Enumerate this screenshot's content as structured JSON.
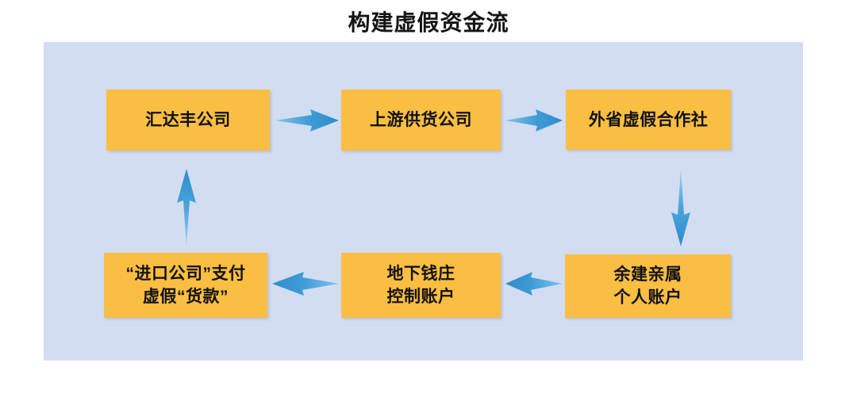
{
  "title": "构建虚假资金流",
  "colors": {
    "panel_background": "#d3ddf2",
    "node_fill": "#fabe42",
    "node_text": "#111111",
    "arrow": "#3e9bd6",
    "page_background": "#ffffff",
    "title_text": "#141414"
  },
  "chart_data": {
    "type": "diagram",
    "title": "构建虚假资金流",
    "layout": "cycle-flow",
    "nodes": [
      {
        "id": "huidafeng",
        "lines": [
          "汇达丰公司"
        ],
        "row": "top",
        "col": 1
      },
      {
        "id": "upstream",
        "lines": [
          "上游供货公司"
        ],
        "row": "top",
        "col": 2
      },
      {
        "id": "coop",
        "lines": [
          "外省虚假合作社"
        ],
        "row": "top",
        "col": 3
      },
      {
        "id": "relative",
        "lines": [
          "余建亲属",
          "个人账户"
        ],
        "row": "bottom",
        "col": 3
      },
      {
        "id": "underground",
        "lines": [
          "地下钱庄",
          "控制账户"
        ],
        "row": "bottom",
        "col": 2
      },
      {
        "id": "import-company",
        "lines": [
          "“进口公司”支付",
          "虚假“货款”"
        ],
        "row": "bottom",
        "col": 1
      }
    ],
    "edges": [
      {
        "from": "huidafeng",
        "to": "upstream",
        "direction": "right"
      },
      {
        "from": "upstream",
        "to": "coop",
        "direction": "right"
      },
      {
        "from": "coop",
        "to": "relative",
        "direction": "down"
      },
      {
        "from": "relative",
        "to": "underground",
        "direction": "left"
      },
      {
        "from": "underground",
        "to": "import-company",
        "direction": "left"
      },
      {
        "from": "import-company",
        "to": "huidafeng",
        "direction": "up"
      }
    ]
  },
  "nodes": {
    "huidafeng": {
      "line1": "汇达丰公司"
    },
    "upstream": {
      "line1": "上游供货公司"
    },
    "coop": {
      "line1": "外省虚假合作社"
    },
    "relative": {
      "line1": "余建亲属",
      "line2": "个人账户"
    },
    "underground": {
      "line1": "地下钱庄",
      "line2": "控制账户"
    },
    "import_company": {
      "line1": "“进口公司”支付",
      "line2": "虚假“货款”"
    }
  }
}
